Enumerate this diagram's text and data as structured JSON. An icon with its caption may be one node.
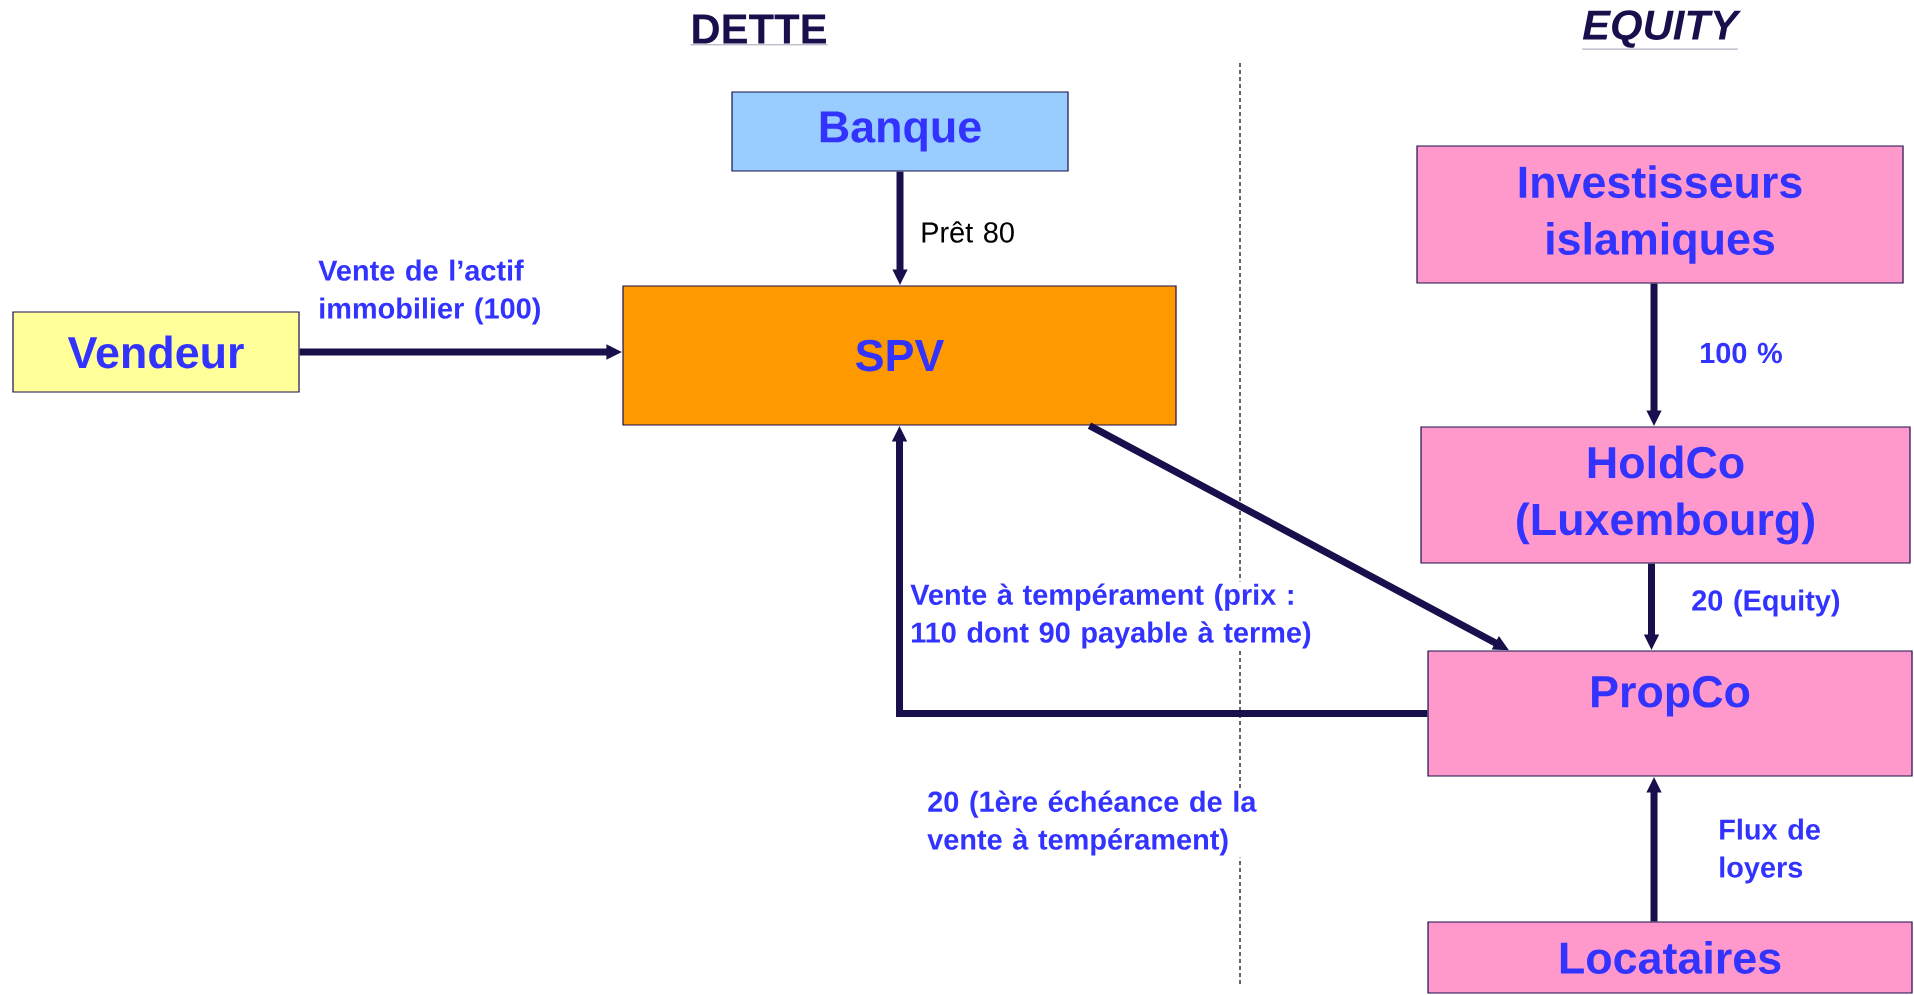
{
  "diagram": {
    "nodes": [
      {
        "text": [
          "Banque"
        ]
      },
      {
        "text": [
          "Vendeur"
        ]
      },
      {
        "text": [
          "SPV"
        ]
      },
      {
        "text": [
          "Investisseurs islamiques"
        ]
      },
      {
        "text": [
          "HoldCo (Luxembourg)"
        ]
      },
      {
        "text": [
          "PropCo"
        ]
      },
      {
        "text": [
          "Locataires"
        ]
      }
    ],
    "edges": [
      {
        "from": 0,
        "to": 2,
        "arrow": "to",
        "label": "Prêt 80"
      },
      {
        "from": 1,
        "to": 2,
        "arrow": "to",
        "label": "Vente de l’actif immobilier (100)"
      },
      {
        "from": 3,
        "to": 4,
        "arrow": "to",
        "label": "100 %"
      },
      {
        "from": 4,
        "to": 5,
        "arrow": "to",
        "label": "20 (Equity)"
      },
      {
        "from": 2,
        "to": 5,
        "arrow": "to",
        "label": "Vente à tempérament (prix : 110 dont 90 payable à terme)"
      },
      {
        "from": 5,
        "to": 2,
        "arrow": "to",
        "label": "20 (1ère échéance de la vente à tempérament)"
      },
      {
        "from": 6,
        "to": 5,
        "arrow": "to",
        "label": "Flux de loyers"
      }
    ],
    "labels": [
      "DETTE",
      "EQUITY"
    ]
  }
}
